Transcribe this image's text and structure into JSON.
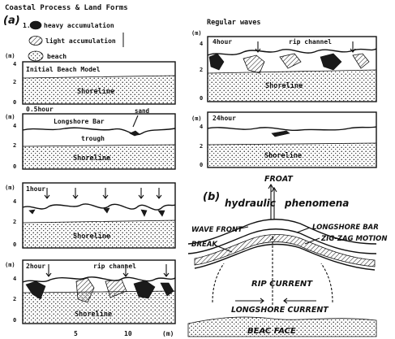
{
  "header": {
    "title": "Coastal Process & Land Forms",
    "part_a": "(a)",
    "part_b": "(b)",
    "regular_waves": "Regular waves"
  },
  "legend": {
    "heavy": "heavy accumulation",
    "light": "light accumulation",
    "beach": "beach"
  },
  "panels": {
    "initial": {
      "title": "Initial Beach Model",
      "shore": "Shoreline",
      "unit": "(m)",
      "y4": "4",
      "y2": "2",
      "y0": "0"
    },
    "p05h": {
      "time": "0.5hour",
      "bar": "Longshore Bar",
      "sand": "sand",
      "trough": "trough",
      "shore": "Shoreline",
      "unit": "(m)",
      "y4": "4",
      "y2": "2",
      "y0": "0"
    },
    "p1h": {
      "time": "1hour",
      "shore": "Shoreline",
      "unit": "(m)",
      "y4": "4",
      "y2": "2",
      "y0": "0"
    },
    "p2h": {
      "time": "2hour",
      "rip": "rip channel",
      "shore": "Shoreline",
      "unit": "(m)",
      "y4": "4",
      "y2": "2",
      "y0": "0"
    },
    "p4h": {
      "time": "4hour",
      "rip": "rip channel",
      "shore": "Shoreline",
      "unit": "(m)",
      "y4": "4",
      "y2": "2",
      "y0": "0"
    },
    "p24h": {
      "time": "24hour",
      "shore": "Shoreline",
      "unit": "(m)",
      "y4": "4",
      "y2": "2",
      "y0": "0"
    }
  },
  "xaxis": {
    "t5": "5",
    "t10": "10",
    "unit": "(m)"
  },
  "schematic": {
    "float": "FROAT",
    "hydraulic": "hydraulic",
    "phenomena": "phenomena",
    "wave_front": "WAVE FRONT",
    "longshore_bar": "LONGSHORE BAR",
    "break": "BREAK",
    "zigzag": "ZIG-ZAG MOTION",
    "rip_current": "RIP CURRENT",
    "longshore_current": "LONGSHORE CURRENT",
    "beach_face": "BEAC FACE"
  }
}
